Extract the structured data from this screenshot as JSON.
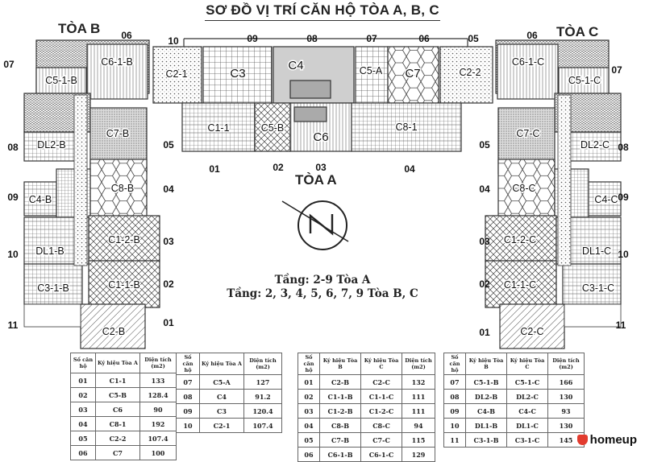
{
  "title": "SƠ ĐỒ VỊ TRÍ CĂN HỘ TÒA A, B, C",
  "towers": {
    "a": "TÒA A",
    "b": "TÒA B",
    "c": "TÒA C"
  },
  "floor_notes": [
    "Tầng: 2-9 Tòa A",
    "Tầng: 2, 3, 4, 5, 6, 7, 9 Tòa B, C"
  ],
  "units": {
    "a": [
      "C1-1",
      "C5-B",
      "C6",
      "C8-1",
      "C2-2",
      "C7",
      "C5-A",
      "C4",
      "C3",
      "C2-1"
    ],
    "b": [
      "C6-1-B",
      "C5-1-B",
      "C7-B",
      "DL2-B",
      "C8-B",
      "C4-B",
      "C1-2-B",
      "DL1-B",
      "C1-1-B",
      "C3-1-B",
      "C2-B"
    ],
    "c": [
      "C6-1-C",
      "C5-1-C",
      "C7-C",
      "DL2-C",
      "C8-C",
      "C4-C",
      "C1-2-C",
      "DL1-C",
      "C1-1-C",
      "C3-1-C",
      "C2-C"
    ]
  },
  "numbers": {
    "a_top": [
      "10",
      "09",
      "08",
      "07",
      "06",
      "05"
    ],
    "a_bottom": [
      "01",
      "02",
      "03",
      "04"
    ],
    "b_left": [
      "07",
      "08",
      "09",
      "10",
      "11"
    ],
    "b_right": [
      "05",
      "04",
      "03",
      "02",
      "01"
    ],
    "b_top": [
      "06"
    ],
    "c_left": [
      "05",
      "04",
      "03",
      "02",
      "01"
    ],
    "c_right": [
      "07",
      "08",
      "09",
      "10",
      "11"
    ],
    "c_top": [
      "06"
    ]
  },
  "table_headers": {
    "no": "Số căn hộ",
    "code_a": "Ký hiệu Tòa A",
    "code_b": "Ký hiệu Tòa B",
    "code_c": "Ký hiệu Tòa C",
    "area": "Diện tích (m2)"
  },
  "tables": {
    "a1": [
      [
        "01",
        "C1-1",
        "133"
      ],
      [
        "02",
        "C5-B",
        "128.4"
      ],
      [
        "03",
        "C6",
        "90"
      ],
      [
        "04",
        "C8-1",
        "192"
      ],
      [
        "05",
        "C2-2",
        "107.4"
      ],
      [
        "06",
        "C7",
        "100"
      ]
    ],
    "a2": [
      [
        "07",
        "C5-A",
        "127"
      ],
      [
        "08",
        "C4",
        "91.2"
      ],
      [
        "09",
        "C3",
        "120.4"
      ],
      [
        "10",
        "C2-1",
        "107.4"
      ]
    ],
    "bc1": [
      [
        "01",
        "C2-B",
        "C2-C",
        "132"
      ],
      [
        "02",
        "C1-1-B",
        "C1-1-C",
        "111"
      ],
      [
        "03",
        "C1-2-B",
        "C1-2-C",
        "111"
      ],
      [
        "04",
        "C8-B",
        "C8-C",
        "94"
      ],
      [
        "05",
        "C7-B",
        "C7-C",
        "115"
      ],
      [
        "06",
        "C6-1-B",
        "C6-1-C",
        "129"
      ]
    ],
    "bc2": [
      [
        "07",
        "C5-1-B",
        "C5-1-C",
        "166"
      ],
      [
        "08",
        "DL2-B",
        "DL2-C",
        "130"
      ],
      [
        "09",
        "C4-B",
        "C4-C",
        "93"
      ],
      [
        "10",
        "DL1-B",
        "DL1-C",
        "130"
      ],
      [
        "11",
        "C3-1-B",
        "C3-1-C",
        "145"
      ]
    ]
  },
  "logo": "homeup"
}
